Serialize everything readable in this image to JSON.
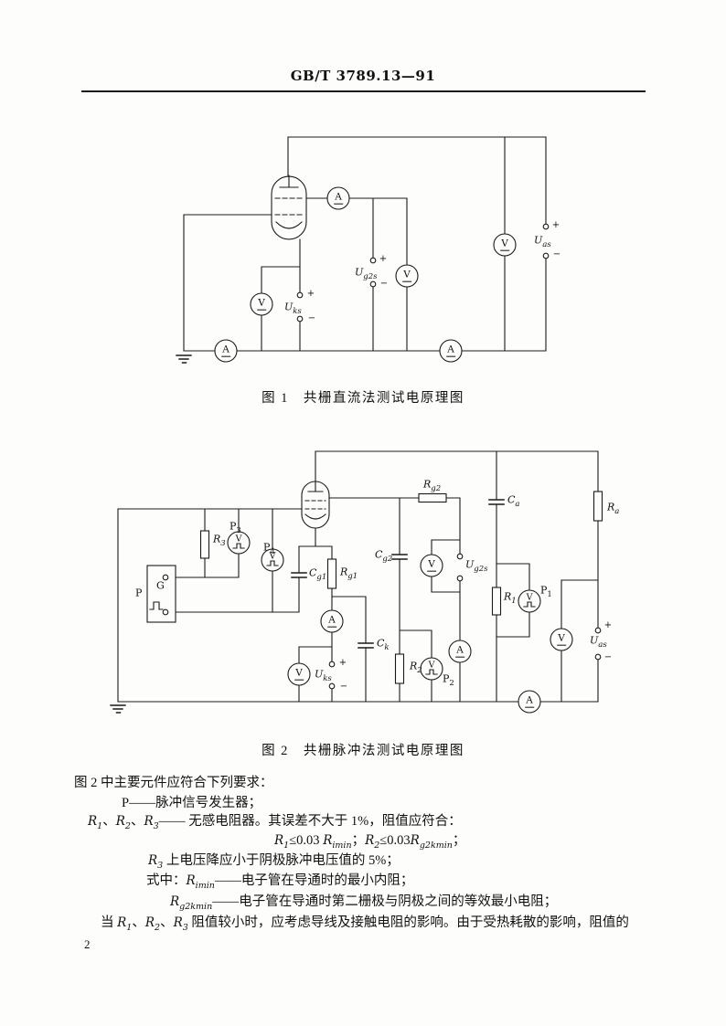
{
  "header": {
    "title": "GB/T 3789.13—91"
  },
  "figure1": {
    "caption": "图 1　共栅直流法测试电原理图",
    "meters": {
      "ammeter": "A",
      "voltmeter": "V"
    },
    "labels": {
      "u_ks": {
        "m": "U",
        "s": "ks"
      },
      "u_g2s": {
        "m": "U",
        "s": "g2s"
      },
      "u_as": {
        "m": "U",
        "s": "as"
      },
      "plus": "+",
      "minus": "−"
    }
  },
  "figure2": {
    "caption": "图 2　共栅脉冲法测试电原理图",
    "meters": {
      "ammeter": "A",
      "voltmeter": "V",
      "pulse_voltmeter": "V"
    },
    "generator": {
      "box_label": "P",
      "inner_label": "G"
    },
    "labels": {
      "r1": {
        "m": "R",
        "s": "1"
      },
      "r2": {
        "m": "R",
        "s": "2"
      },
      "r3": {
        "m": "R",
        "s": "3"
      },
      "p1": {
        "m": "P",
        "s": "1"
      },
      "p2": {
        "m": "P",
        "s": "2"
      },
      "p3": {
        "m": "P",
        "s": "3"
      },
      "p4": {
        "m": "P",
        "s": "4"
      },
      "cg1": {
        "m": "C",
        "s": "g1"
      },
      "cg2": {
        "m": "C",
        "s": "g2"
      },
      "ca": {
        "m": "C",
        "s": "a"
      },
      "ck": {
        "m": "C",
        "s": "k"
      },
      "rg1": {
        "m": "R",
        "s": "g1"
      },
      "rg2": {
        "m": "R",
        "s": "g2"
      },
      "ra": {
        "m": "R",
        "s": "a"
      },
      "u_ks": {
        "m": "U",
        "s": "ks"
      },
      "u_g2s": {
        "m": "U",
        "s": "g2s"
      },
      "u_as": {
        "m": "U",
        "s": "as"
      },
      "plus": "+",
      "minus": "−"
    }
  },
  "body": {
    "intro": "图 2 中主要元件应符合下列要求：",
    "p_def": "P——脉冲信号发生器；",
    "r_def": [
      "R",
      "1",
      "、",
      "R",
      "2",
      "、",
      "R",
      "3",
      "—— 无感电阻器。其误差不大于 1%，阻值应符合："
    ],
    "formula": [
      "R",
      "1",
      "≤0.03 ",
      "R",
      "imin",
      "；",
      "R",
      "2",
      "≤0.03",
      "R",
      "g2kmin",
      "；"
    ],
    "r3_req": [
      "R",
      "3",
      " 上电压降应小于阴极脉冲电压值的 5%；"
    ],
    "where1": [
      "式中：",
      "R",
      "imin",
      "——电子管在导通时的最小内阻；"
    ],
    "where2": [
      "R",
      "g2kmin",
      "——电子管在导通时第二栅极与阴极之间的等效最小电阻；"
    ],
    "note": [
      "当 ",
      "R",
      "1",
      "、",
      "R",
      "2",
      "、",
      "R",
      "3",
      " 阻值较小时，应考虑导线及接触电阻的影响。由于受热耗散的影响，阻值的"
    ]
  },
  "footer": {
    "page_number": "2"
  }
}
